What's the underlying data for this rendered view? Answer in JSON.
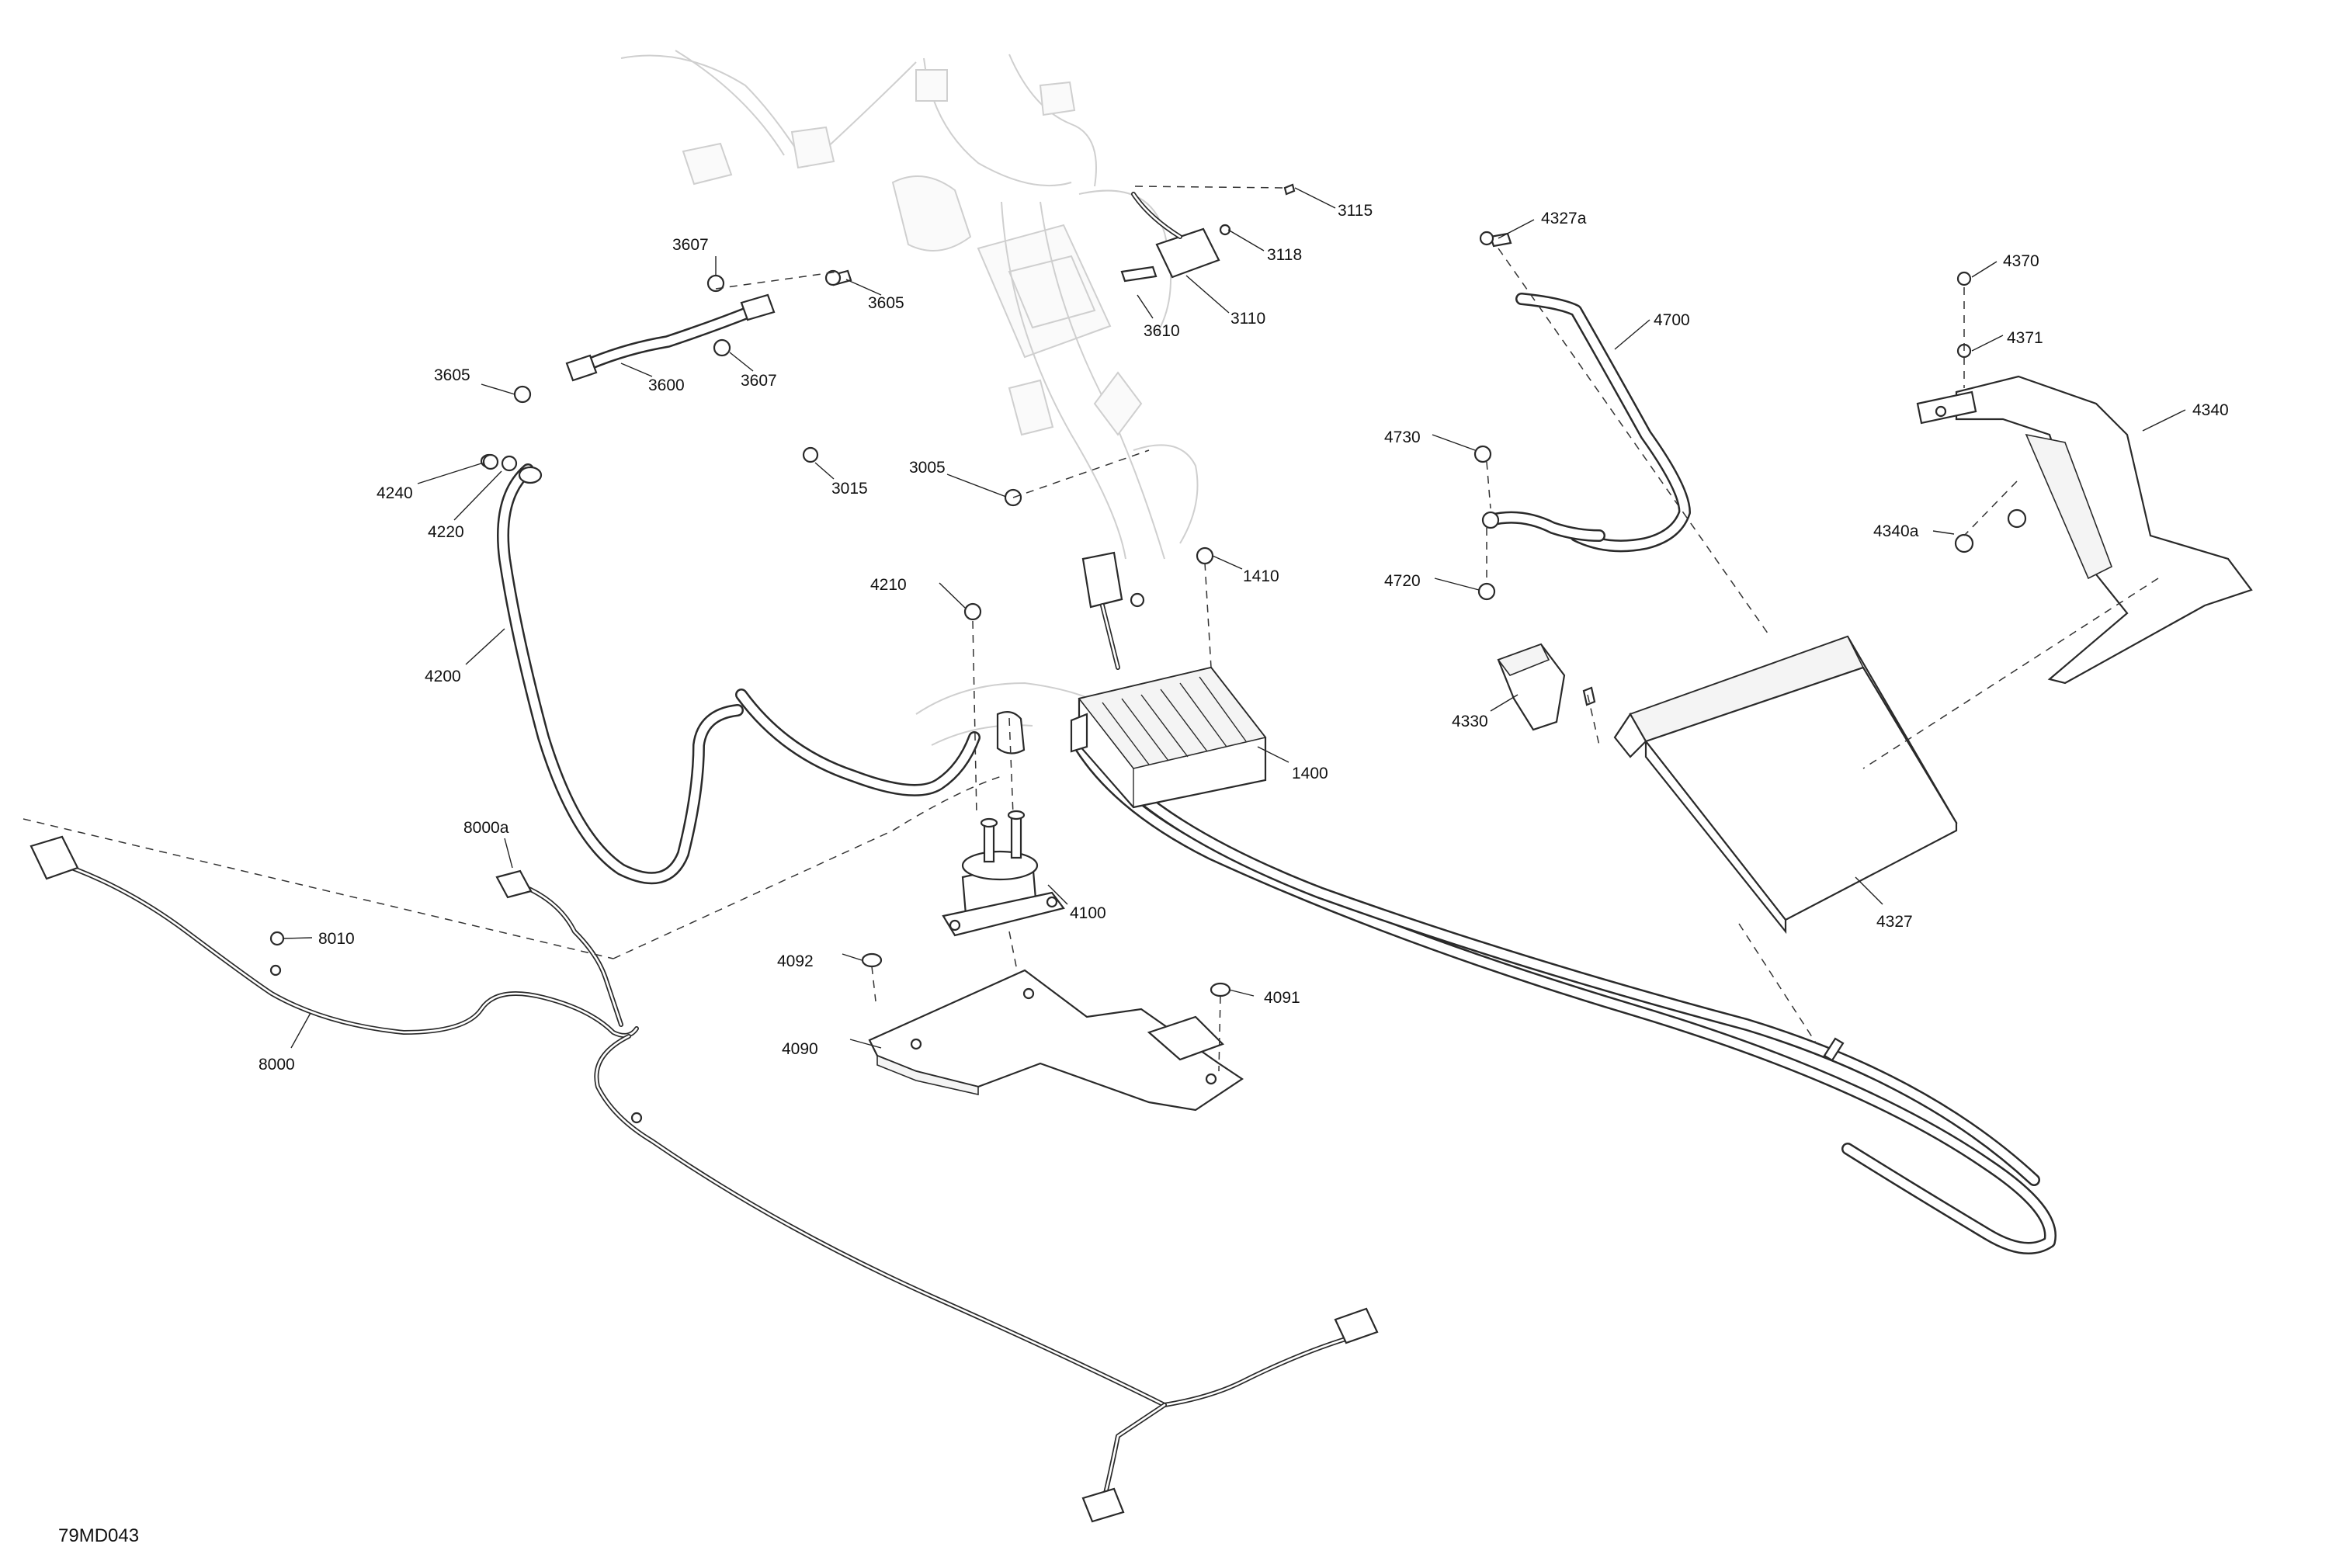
{
  "document_id": "79MD043",
  "callouts": [
    {
      "key": "c3115",
      "text": "3115"
    },
    {
      "key": "c3118",
      "text": "3118"
    },
    {
      "key": "c3110",
      "text": "3110"
    },
    {
      "key": "c3610",
      "text": "3610"
    },
    {
      "key": "c3607a",
      "text": "3607"
    },
    {
      "key": "c3605a",
      "text": "3605"
    },
    {
      "key": "c3605b",
      "text": "3605"
    },
    {
      "key": "c3600",
      "text": "3600"
    },
    {
      "key": "c3607b",
      "text": "3607"
    },
    {
      "key": "c4240",
      "text": "4240"
    },
    {
      "key": "c4220",
      "text": "4220"
    },
    {
      "key": "c3015",
      "text": "3015"
    },
    {
      "key": "c3005",
      "text": "3005"
    },
    {
      "key": "c4200",
      "text": "4200"
    },
    {
      "key": "c4210",
      "text": "4210"
    },
    {
      "key": "c1410",
      "text": "1410"
    },
    {
      "key": "c1400",
      "text": "1400"
    },
    {
      "key": "c8000a",
      "text": "8000a"
    },
    {
      "key": "c4100",
      "text": "4100"
    },
    {
      "key": "c8010",
      "text": "8010"
    },
    {
      "key": "c4092",
      "text": "4092"
    },
    {
      "key": "c4091",
      "text": "4091"
    },
    {
      "key": "c4090",
      "text": "4090"
    },
    {
      "key": "c8000",
      "text": "8000"
    },
    {
      "key": "c4327a",
      "text": "4327a"
    },
    {
      "key": "c4700",
      "text": "4700"
    },
    {
      "key": "c4730",
      "text": "4730"
    },
    {
      "key": "c4720",
      "text": "4720"
    },
    {
      "key": "c4330",
      "text": "4330"
    },
    {
      "key": "c4327",
      "text": "4327"
    },
    {
      "key": "c4370",
      "text": "4370"
    },
    {
      "key": "c4371",
      "text": "4371"
    },
    {
      "key": "c4340",
      "text": "4340"
    },
    {
      "key": "c4340a",
      "text": "4340a"
    }
  ]
}
